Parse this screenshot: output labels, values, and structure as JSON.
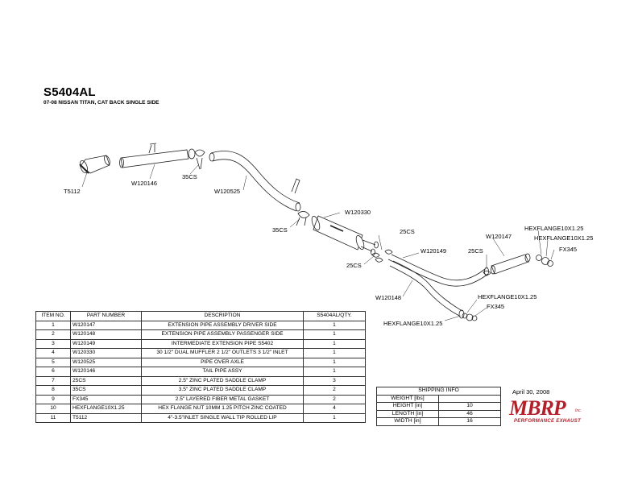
{
  "header": {
    "part_number": "S5404AL",
    "description": "07-08  NISSAN TITAN, CAT BACK SINGLE SIDE"
  },
  "callouts": {
    "t5112": "T5112",
    "w120146": "W120146",
    "cs35_top": "35CS",
    "w120525": "W120525",
    "w120330": "W120330",
    "cs35_mid": "35CS",
    "cs25_a": "25CS",
    "w120149": "W120149",
    "cs25_b": "25CS",
    "w120148": "W120148",
    "w120147": "W120147",
    "cs25_c": "25CS",
    "hexflange_top1": "HEXFLANGE10X1.25",
    "hexflange_top2": "HEXFLANGE10X1.25",
    "fx345_top": "FX345",
    "hexflange_mid": "HEXFLANGE10X1.25",
    "fx345_mid": "FX345",
    "hexflange_bot": "HEXFLANGE10X1.25"
  },
  "bom": {
    "headers": [
      "ITEM NO.",
      "PART NUMBER",
      "DESCRIPTION",
      "S5404AL/QTY."
    ],
    "rows": [
      [
        "1",
        "W120147",
        "EXTENSION PIPE ASSEMBLY DRIVER SIDE",
        "1"
      ],
      [
        "2",
        "W120148",
        "EXTENSION PIPE ASSEMBLY PASSENGER SIDE",
        "1"
      ],
      [
        "3",
        "W120149",
        "INTERMEDIATE EXTENSION PIPE S5402",
        "1"
      ],
      [
        "4",
        "W120330",
        "30 1/2\"  DUAL MUFFLER 2 1/2\" OUTLETS 3 1/2\" INLET",
        "1"
      ],
      [
        "5",
        "W120525",
        "PIPE OVER AXLE",
        "1"
      ],
      [
        "6",
        "W120146",
        "TAIL PIPE ASSY",
        "1"
      ],
      [
        "7",
        "25CS",
        "2.5\" ZINC PLATED SADDLE CLAMP",
        "3"
      ],
      [
        "8",
        "35CS",
        "3.5\" ZINC PLATED SADDLE CLAMP",
        "2"
      ],
      [
        "9",
        "FX345",
        "2.5\" LAYERED FIBER METAL GASKET",
        "2"
      ],
      [
        "10",
        "HEXFLANGE10X1.25",
        "HEX FLANGE NUT 10MM 1.25 PITCH ZINC COATED",
        "4"
      ],
      [
        "11",
        "T5112",
        "4\"-3.5\"INLET SINGLE WALL TIP ROLLED LIP",
        "1"
      ]
    ]
  },
  "shipping": {
    "title": "SHIPPING INFO",
    "rows": [
      [
        "WEIGHT [lbs]",
        ""
      ],
      [
        "HEIGHT [in]",
        "10"
      ],
      [
        "LENGTH [in]",
        "46"
      ],
      [
        "WIDTH [in]",
        "16"
      ]
    ]
  },
  "footer": {
    "date": "April 30, 2008",
    "logo_text": "MBRP",
    "logo_inc": "Inc.",
    "logo_tagline": "PERFORMANCE EXHAUST"
  },
  "colors": {
    "line": "#222222",
    "brand": "#b3202a"
  }
}
